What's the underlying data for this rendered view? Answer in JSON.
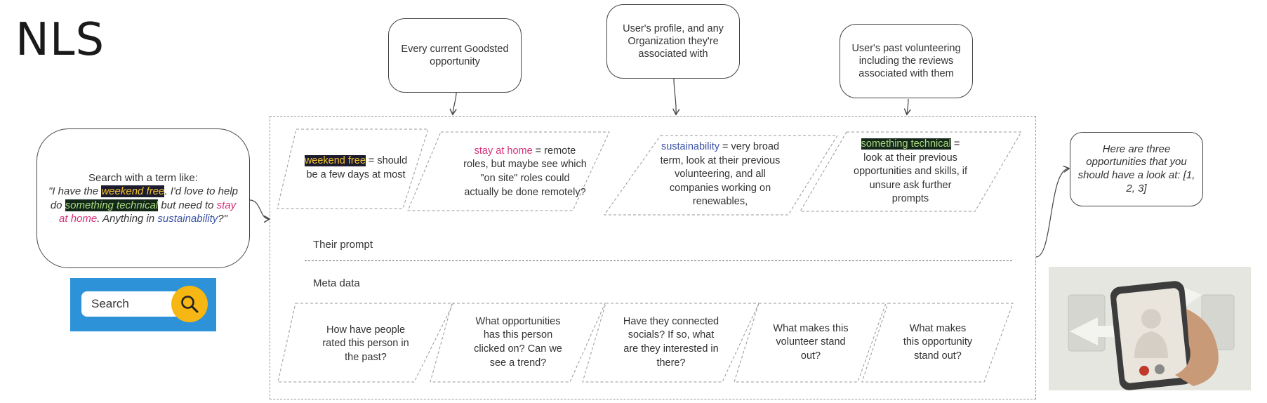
{
  "title": "NLS",
  "sources": {
    "opportunities": "Every current Goodsted opportunity",
    "profile": "User's profile, and any Organization they're associated with",
    "past": "User's past volunteering including the reviews associated with them"
  },
  "query": {
    "intro": "Search with a term like:",
    "q1": "\"I have the ",
    "term_weekend": "weekend free",
    "q2": ". I'd love to help do ",
    "term_technical": "something technical",
    "q3": " but need to ",
    "term_home": "stay at home",
    "q4": ". Anything in ",
    "term_sustain": "sustainability",
    "q5": "?\""
  },
  "search": {
    "label": "Search"
  },
  "prompt": {
    "weekend_term": "weekend free",
    "weekend_rest": " = should be a few days at most",
    "home_term": "stay at home",
    "home_rest": " = remote roles, but maybe see which \"on site\" roles could actually be done remotely?",
    "sustain_term": "sustainability",
    "sustain_rest": " = very broad term, look at their previous volunteering, and all companies working on renewables,",
    "tech_term": "something technical",
    "tech_rest": " = look at their previous opportunities and skills, if unsure ask further prompts",
    "label": "Their prompt"
  },
  "meta": {
    "label": "Meta data",
    "items": [
      "How have people rated this person in the past?",
      "What opportunities has this person clicked on? Can we see a trend?",
      "Have they connected socials? If so, what are they interested in there?",
      "What makes this volunteer stand out?",
      "What makes this opportunity stand out?"
    ]
  },
  "output": {
    "text": "Here are three opportunities that you should have a look at: [1, 2, 3]"
  },
  "colors": {
    "search_bg": "#2d92d8",
    "search_button": "#f6b613",
    "highlight_yellow": "#f5c22d",
    "highlight_green": "#a8d97f",
    "pink": "#d6317a",
    "blue": "#3c53a6"
  },
  "icons": [
    "magnifier-icon",
    "swipe-phone-illustration"
  ]
}
